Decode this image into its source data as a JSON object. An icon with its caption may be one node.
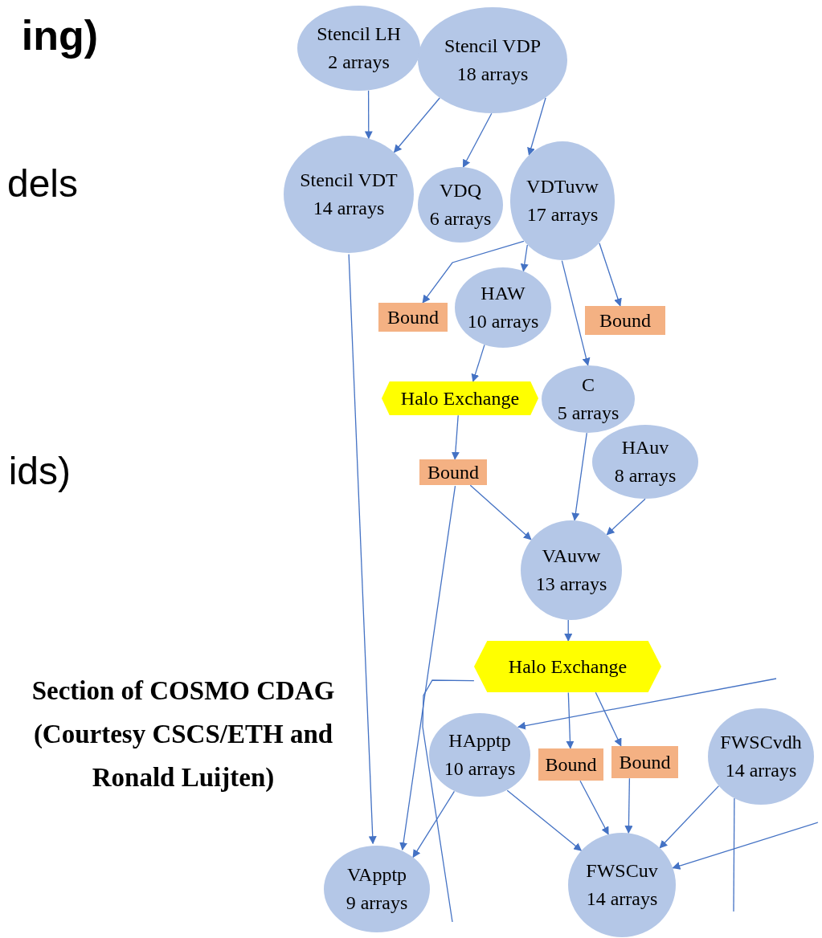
{
  "diagram": {
    "caption": "Section of COSMO CDAG (Courtesy CSCS/ETH and Ronald Luijten)",
    "nodes": [
      {
        "text": [
          "Stencil LH",
          "2 arrays"
        ]
      },
      {
        "text": [
          "Stencil VDP",
          "18 arrays"
        ]
      },
      {
        "text": [
          "Stencil VDT",
          "14 arrays"
        ]
      },
      {
        "text": [
          "VDQ",
          "6 arrays"
        ]
      },
      {
        "text": [
          "VDTuvw",
          "17 arrays"
        ]
      },
      {
        "text": [
          "Bound"
        ]
      },
      {
        "text": [
          "HAW",
          "10 arrays"
        ]
      },
      {
        "text": [
          "Bound"
        ]
      },
      {
        "text": [
          "Halo Exchange"
        ]
      },
      {
        "text": [
          "C",
          "5 arrays"
        ]
      },
      {
        "text": [
          "Bound"
        ]
      },
      {
        "text": [
          "HAuv",
          "8 arrays"
        ]
      },
      {
        "text": [
          "VAuvw",
          "13 arrays"
        ]
      },
      {
        "text": [
          "Halo Exchange"
        ]
      },
      {
        "text": [
          "HApptp",
          "10 arrays"
        ]
      },
      {
        "text": [
          "Bound"
        ]
      },
      {
        "text": [
          "Bound"
        ]
      },
      {
        "text": [
          "FWSCvdh",
          "14 arrays"
        ]
      },
      {
        "text": [
          "VApptp",
          "9 arrays"
        ]
      },
      {
        "text": [
          "FWSCuv",
          "14 arrays"
        ]
      }
    ],
    "edges": [
      {
        "from": 0,
        "to": 2,
        "arrow": "to"
      },
      {
        "from": 1,
        "to": 2,
        "arrow": "to"
      },
      {
        "from": 1,
        "to": 3,
        "arrow": "to"
      },
      {
        "from": 1,
        "to": 4,
        "arrow": "to"
      },
      {
        "from": 4,
        "to": 5,
        "arrow": "to"
      },
      {
        "from": 4,
        "to": 6,
        "arrow": "to"
      },
      {
        "from": 4,
        "to": 9,
        "arrow": "to"
      },
      {
        "from": 4,
        "to": 7,
        "arrow": "to"
      },
      {
        "from": 6,
        "to": 8,
        "arrow": "to"
      },
      {
        "from": 8,
        "to": 10,
        "arrow": "to"
      },
      {
        "from": 10,
        "to": 12,
        "arrow": "to"
      },
      {
        "from": 9,
        "to": 12,
        "arrow": "to"
      },
      {
        "from": 11,
        "to": 12,
        "arrow": "to"
      },
      {
        "from": 2,
        "to": 18,
        "arrow": "to"
      },
      {
        "from": 10,
        "to": 18,
        "arrow": "to"
      },
      {
        "from": 12,
        "to": 13,
        "arrow": "to"
      },
      {
        "from": 13,
        "to": 15,
        "arrow": "to"
      },
      {
        "from": 13,
        "to": 16,
        "arrow": "to"
      },
      {
        "from": 14,
        "to": 18,
        "arrow": "to"
      },
      {
        "from": 14,
        "to": 19,
        "arrow": "to"
      },
      {
        "from": 15,
        "to": 19,
        "arrow": "to"
      },
      {
        "from": 16,
        "to": 19,
        "arrow": "to"
      },
      {
        "from": 17,
        "to": 19,
        "arrow": "to"
      },
      {
        "from": null,
        "to": 14,
        "arrow": "to"
      },
      {
        "from": null,
        "to": 19,
        "arrow": "to"
      },
      {
        "from": 13,
        "to": null,
        "arrow": "none"
      },
      {
        "from": 17,
        "to": null,
        "arrow": "none"
      }
    ],
    "labels": [
      "ing)",
      "dels",
      "ids)"
    ]
  }
}
